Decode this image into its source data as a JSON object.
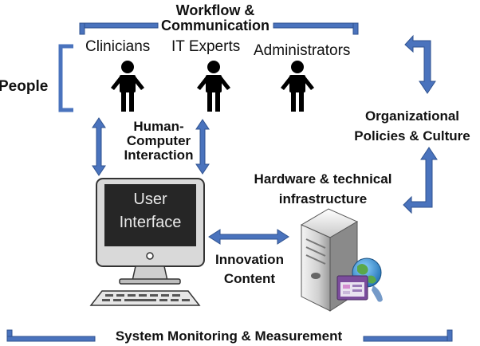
{
  "title_lines": [
    "Workflow &",
    "Communication"
  ],
  "people": {
    "group_label": "People",
    "roles": [
      "Clinicians",
      "IT Experts",
      "Administrators"
    ]
  },
  "hci_lines": [
    "Human-",
    "Computer",
    "Interaction"
  ],
  "org_lines": [
    "Organizational",
    "Policies & Culture"
  ],
  "hardware_lines": [
    "Hardware & technical",
    "infrastructure"
  ],
  "screen_lines": [
    "User",
    "Interface"
  ],
  "innovation_lines": [
    "Innovation",
    "Content"
  ],
  "footer": "System Monitoring & Measurement",
  "colors": {
    "arrow": "#4a73bd",
    "arrow_dark": "#2f528f",
    "screen": "#262626",
    "monitor": "#d9d9d9"
  }
}
